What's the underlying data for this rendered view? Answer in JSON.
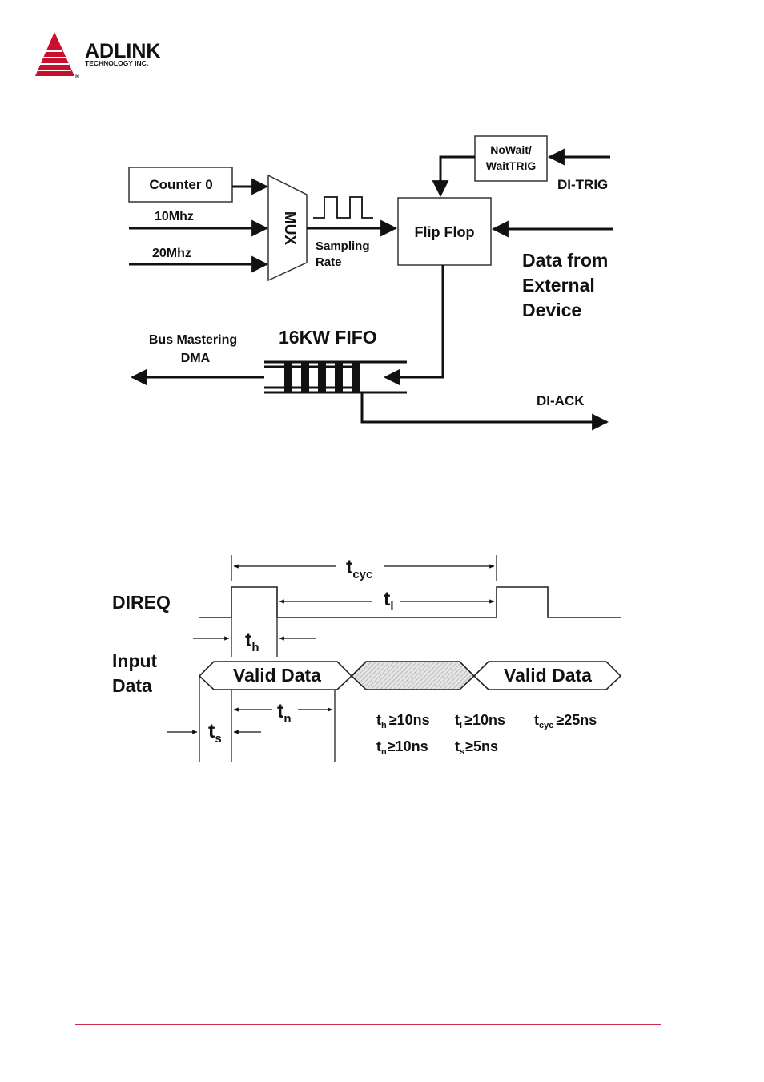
{
  "header": {
    "brand": "ADLINK",
    "brand_sub": "TECHNOLOGY INC.",
    "registered_mark": "®",
    "accent_color": "#c8102e"
  },
  "block_diagram": {
    "counter": "Counter 0",
    "clock_10": "10Mhz",
    "clock_20": "20Mhz",
    "mux": "MUX",
    "sampling_1": "Sampling",
    "sampling_2": "Rate",
    "nowait_1": "NoWait/",
    "nowait_2": "WaitTRIG",
    "di_trig": "DI-TRIG",
    "flipflop": "Flip Flop",
    "ext_1": "Data from",
    "ext_2": "External",
    "ext_3": "Device",
    "fifo": "16KW FIFO",
    "bus_1": "Bus Mastering",
    "bus_2": "DMA",
    "di_ack": "DI-ACK"
  },
  "timing_diagram": {
    "direq": "DIREQ",
    "input_1": "Input",
    "input_2": "Data",
    "valid_1": "Valid Data",
    "valid_2": "Valid Data",
    "t_main": "t",
    "sub_cyc": "cyc",
    "sub_l": "l",
    "sub_h": "h",
    "sub_n": "n",
    "sub_s": "s",
    "spec_th": "≥10ns",
    "spec_tl": "≥10ns",
    "spec_tcyc": "≥25ns",
    "spec_tn": "≥10ns",
    "spec_ts": "≥5ns"
  },
  "footer": {
    "rule_color": "#c8102e"
  }
}
